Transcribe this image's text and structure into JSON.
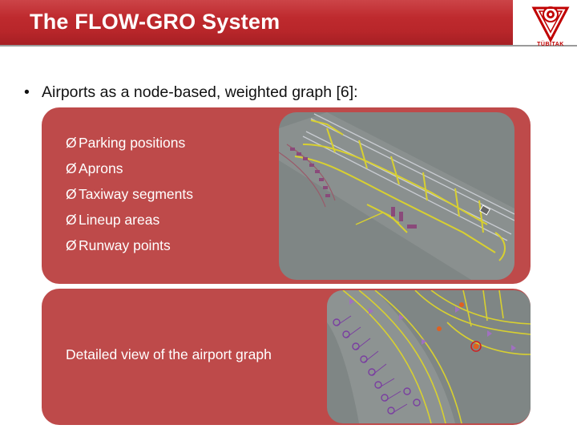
{
  "slide": {
    "title": "The FLOW-GRO System",
    "logo_label": "TÜBİTAK",
    "bullet": "Airports as a node-based, weighted graph [6]:",
    "graph_elements": [
      "Parking positions",
      "Aprons",
      "Taxiway segments",
      "Lineup areas",
      "Runway points"
    ],
    "bottom_caption": "Detailed view of the airport graph"
  },
  "colors": {
    "title_bar": "#b8262a",
    "panel": "#be4a4a",
    "map_background": "#7f8685",
    "graph_edges": "#d8d030",
    "graph_nodes": "#7a3fa0"
  },
  "icons": {
    "bullet": "bullet-dot",
    "list_marker": "arrow-marker"
  }
}
